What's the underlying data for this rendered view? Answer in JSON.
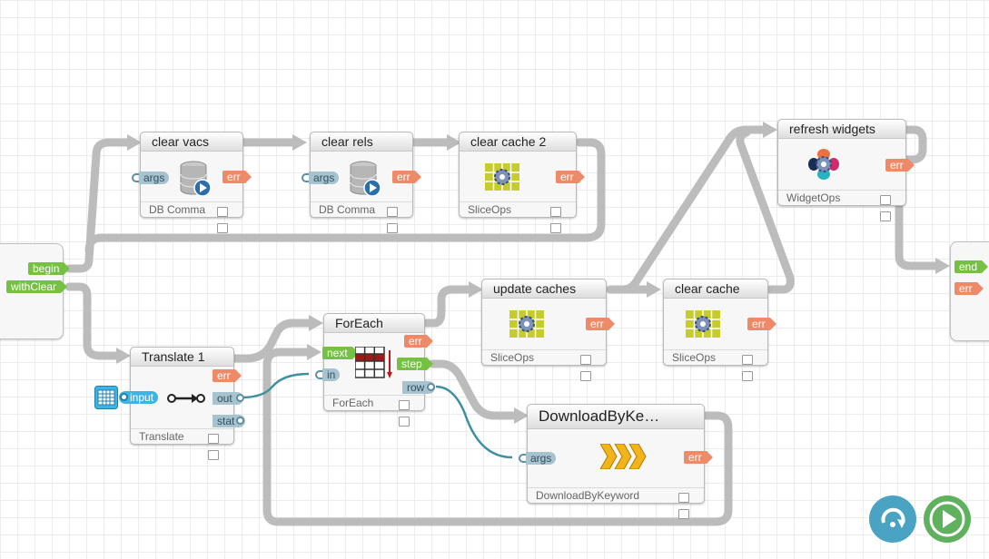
{
  "colors": {
    "wire": "#bcbcbc",
    "data_wire": "#3f8fa3",
    "err": "#ee8a68",
    "green": "#76c043",
    "replay": "#4aa3c2",
    "run": "#5fb15e"
  },
  "start": {
    "ports": [
      "begin",
      "withClear"
    ]
  },
  "end": {
    "ports": [
      "end",
      "err"
    ]
  },
  "nodes": {
    "clear_vacs": {
      "title": "clear vacs",
      "args": "args",
      "err": "err",
      "footer": "DB Comma",
      "icon": "database-run-icon"
    },
    "clear_rels": {
      "title": "clear rels",
      "args": "args",
      "err": "err",
      "footer": "DB Comma",
      "icon": "database-run-icon"
    },
    "clear_cache_2": {
      "title": "clear cache 2",
      "err": "err",
      "footer": "SliceOps",
      "icon": "gear-grid-icon"
    },
    "refresh_widgets": {
      "title": "refresh widgets",
      "err": "err",
      "footer": "WidgetOps",
      "icon": "gear-flower-icon"
    },
    "update_caches": {
      "title": "update caches",
      "err": "err",
      "footer": "SliceOps",
      "icon": "gear-grid-icon"
    },
    "clear_cache": {
      "title": "clear cache",
      "err": "err",
      "footer": "SliceOps",
      "icon": "gear-grid-icon"
    },
    "translate_1": {
      "title": "Translate 1",
      "err": "err",
      "out": "out",
      "stat": "stat",
      "footer": "Translate",
      "icon": "key-arrow-icon"
    },
    "for_each": {
      "title": "ForEach",
      "next": "next",
      "in": "in",
      "err": "err",
      "step": "step",
      "row": "row",
      "footer": "ForEach",
      "icon": "table-arrow-icon"
    },
    "download": {
      "title": "DownloadByKe…",
      "args": "args",
      "err": "err",
      "footer": "DownloadByKeyword",
      "icon": "chevrons-icon"
    }
  },
  "input_widget": {
    "label": "input",
    "icon": "calendar-grid-icon"
  },
  "controls": {
    "replay": "replay-icon",
    "run": "play-icon"
  }
}
